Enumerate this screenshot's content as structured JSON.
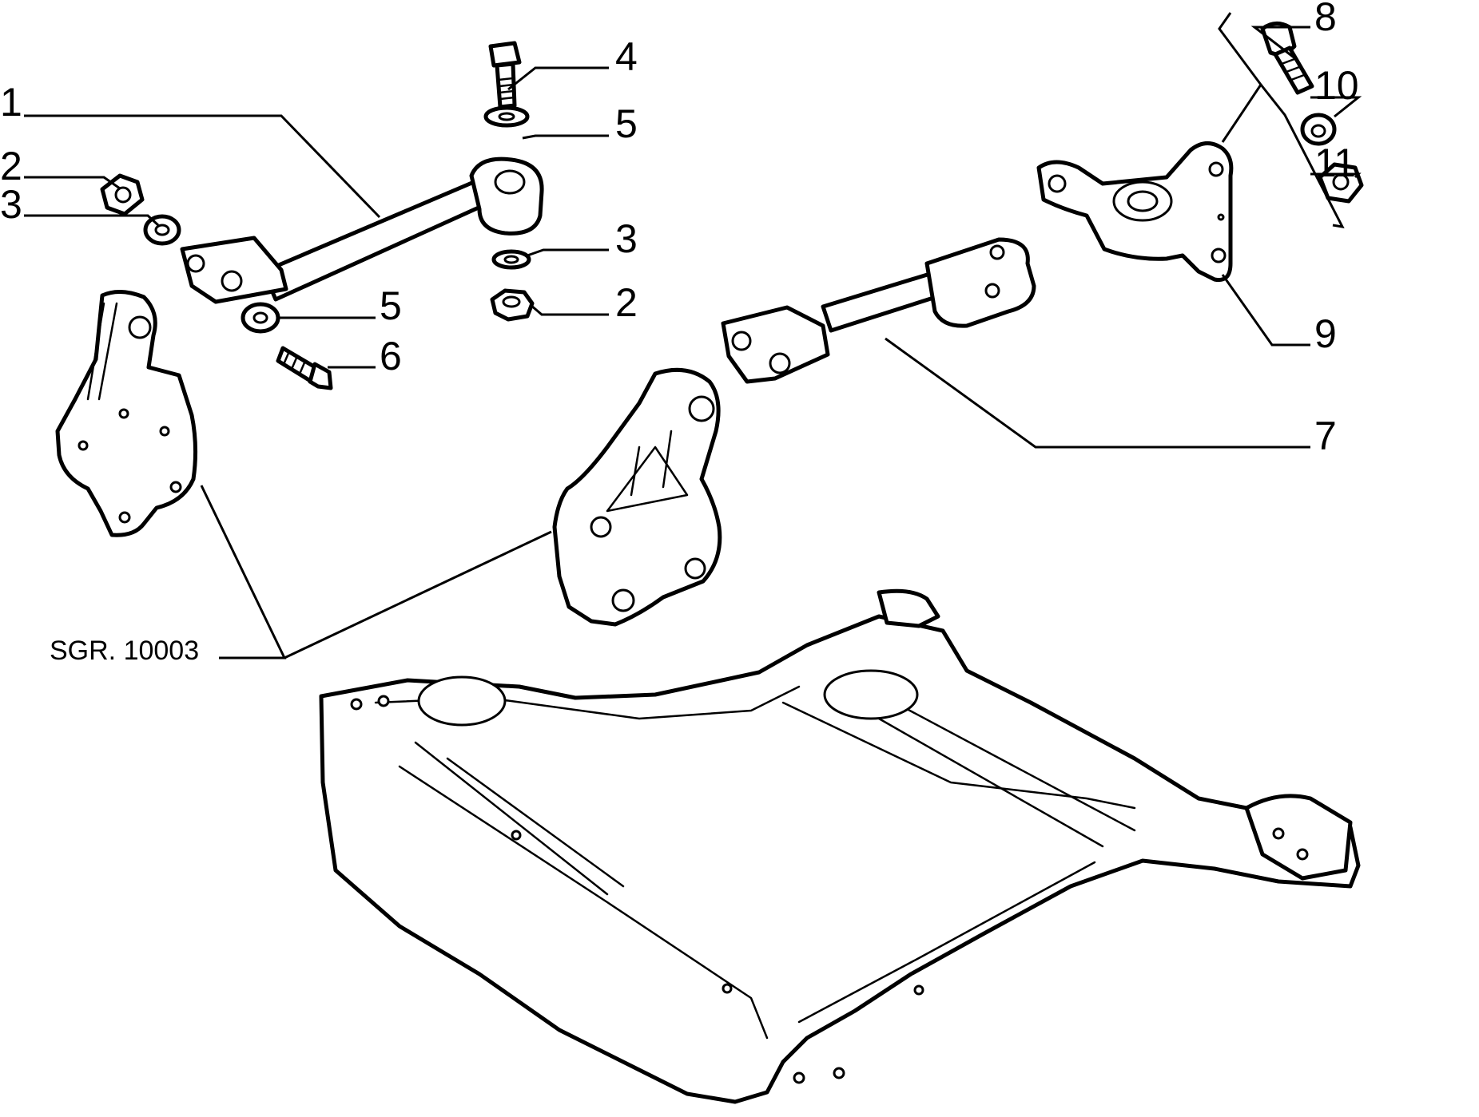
{
  "callouts": {
    "c1": "1",
    "c2a": "2",
    "c3a": "3",
    "c4": "4",
    "c5a": "5",
    "c3b": "3",
    "c2b": "2",
    "c5b": "5",
    "c6": "6",
    "c7": "7",
    "c8": "8",
    "c9": "9",
    "c10": "10",
    "c11": "11"
  },
  "reference": "SGR. 10003"
}
